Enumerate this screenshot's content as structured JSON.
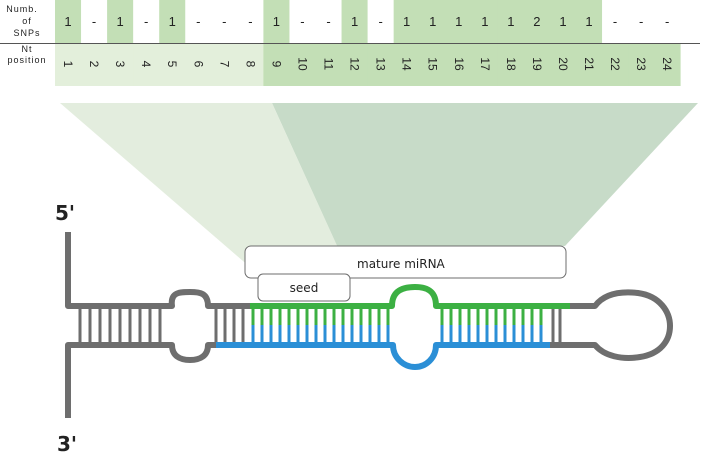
{
  "table": {
    "row_labels": {
      "snps": [
        "Numb.",
        "of",
        "SNPs"
      ],
      "position": [
        "Nt",
        "position"
      ]
    },
    "snp_counts": [
      "1",
      "-",
      "1",
      "-",
      "1",
      "-",
      "-",
      "-",
      "1",
      "-",
      "-",
      "1",
      "-",
      "1",
      "1",
      "1",
      "1",
      "1",
      "2",
      "1",
      "1",
      "-",
      "-",
      "-"
    ],
    "positions": [
      "1",
      "2",
      "3",
      "4",
      "5",
      "6",
      "7",
      "8",
      "9",
      "10",
      "11",
      "12",
      "13",
      "14",
      "15",
      "16",
      "17",
      "18",
      "19",
      "20",
      "21",
      "22",
      "23",
      "24"
    ]
  },
  "labels": {
    "five_prime": "5'",
    "three_prime": "3'",
    "mature": "mature miRNA",
    "seed": "seed"
  },
  "colors": {
    "green_dark": "#c3dfb6",
    "green_light": "#e3efdb",
    "header_bg": "#ffffff",
    "strand_gray": "#6e6e6e",
    "strand_green": "#3cb043",
    "strand_blue": "#2b8fd6",
    "funnel_seed": "#e2ecdc",
    "funnel_mature": "#c7dbc8"
  }
}
